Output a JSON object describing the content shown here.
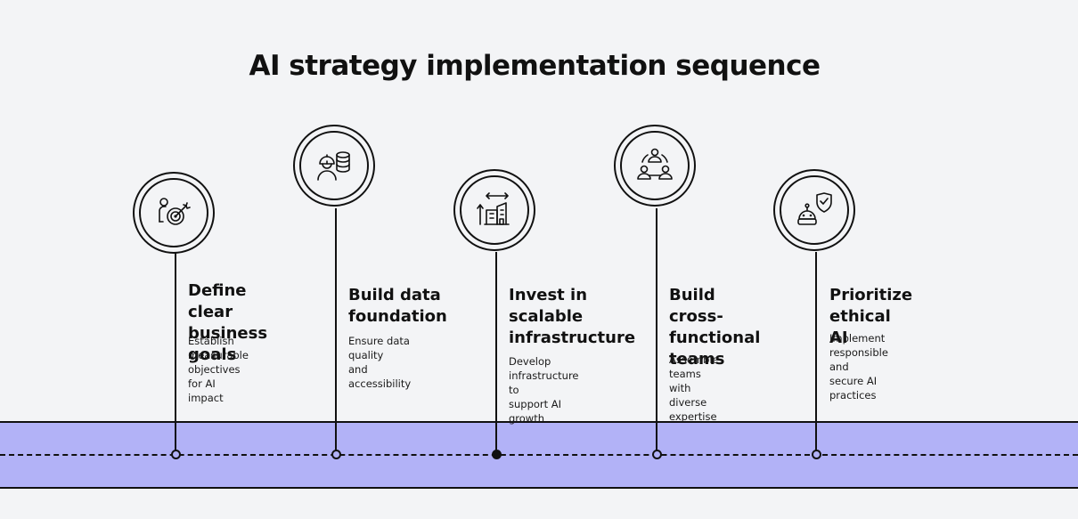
{
  "title": "AI strategy implementation sequence",
  "steps": [
    {
      "title_lines": [
        "Define clear",
        "business goals"
      ],
      "desc_lines": [
        "Establish measurable",
        "objectives for AI impact"
      ],
      "icon": "target-goal-icon"
    },
    {
      "title_lines": [
        "Build data",
        "foundation"
      ],
      "desc_lines": [
        "Ensure data quality",
        "and accessibility"
      ],
      "icon": "engineer-database-icon"
    },
    {
      "title_lines": [
        "Invest in",
        "scalable",
        "infrastructure"
      ],
      "desc_lines": [
        "Develop infrastructure to",
        "support AI growth"
      ],
      "icon": "building-growth-icon"
    },
    {
      "title_lines": [
        "Build cross-",
        "functional",
        "teams"
      ],
      "desc_lines": [
        "Assemble teams",
        "with diverse expertise"
      ],
      "icon": "team-network-icon"
    },
    {
      "title_lines": [
        "Prioritize",
        "ethical AI"
      ],
      "desc_lines": [
        "Implement responsible and",
        "secure AI practices"
      ],
      "icon": "robot-shield-icon"
    }
  ],
  "colors": {
    "background": "#f3f4f6",
    "road": "#b2b2f7",
    "ink": "#111111"
  }
}
